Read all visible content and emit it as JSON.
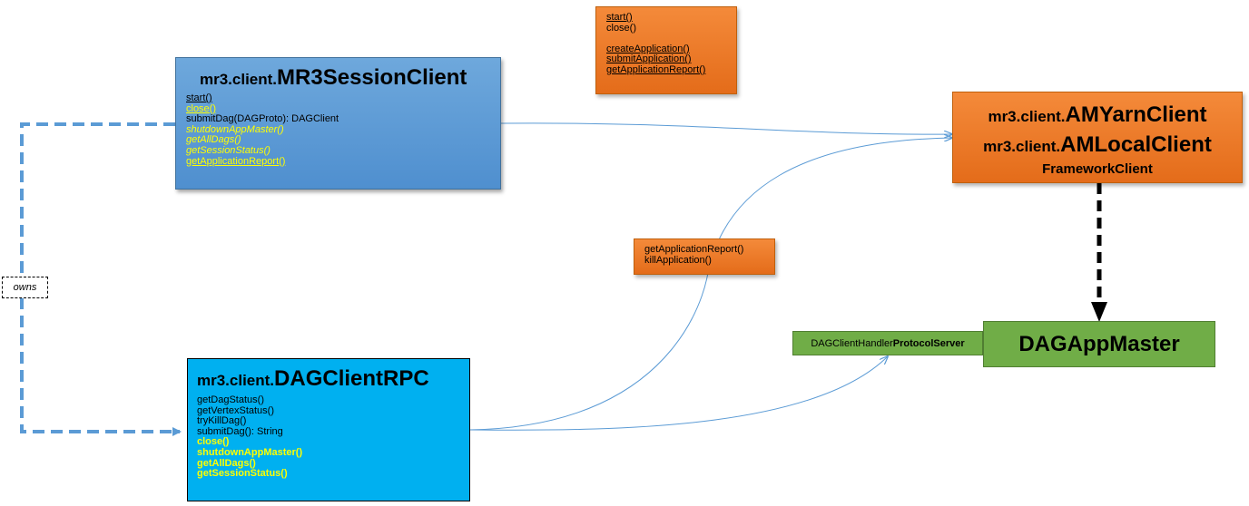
{
  "session_client": {
    "prefix": "mr3.client.",
    "name": "MR3SessionClient",
    "methods": [
      "start()",
      "close()",
      "submitDag(DAGProto): DAGClient",
      "shutdownAppMaster()",
      "getAllDags()",
      "getSessionStatus()",
      "getApplicationReport()"
    ]
  },
  "dag_client_rpc": {
    "prefix": "mr3.client.",
    "name": "DAGClientRPC",
    "methods": [
      "getDagStatus()",
      "getVertexStatus()",
      "tryKillDag()",
      "submitDag(): String",
      "close()",
      "shutdownAppMaster()",
      "getAllDags()",
      "getSessionStatus()"
    ]
  },
  "framework_methods": {
    "lines": [
      "start()",
      "close()",
      "",
      "createApplication()",
      "submitApplication()",
      "getApplicationReport()"
    ]
  },
  "am_clients": {
    "yarn_prefix": "mr3.client.",
    "yarn_name": "AMYarnClient",
    "local_prefix": "mr3.client.",
    "local_name": "AMLocalClient",
    "framework": "FrameworkClient"
  },
  "app_report_box": {
    "lines": [
      "getApplicationReport()",
      "killApplication()"
    ]
  },
  "protocol_server": {
    "prefix": "DAGClientHandler",
    "suffix": "ProtocolServer"
  },
  "dag_app_master": {
    "name": "DAGAppMaster"
  },
  "owns_label": "owns",
  "colors": {
    "session_blue": "#5b9bd5",
    "rpc_cyan": "#00b0f0",
    "orange": "#f07d2a",
    "green": "#70ad47",
    "highlight_yellow": "#ffff00",
    "connector_blue": "#5b9bd5"
  }
}
